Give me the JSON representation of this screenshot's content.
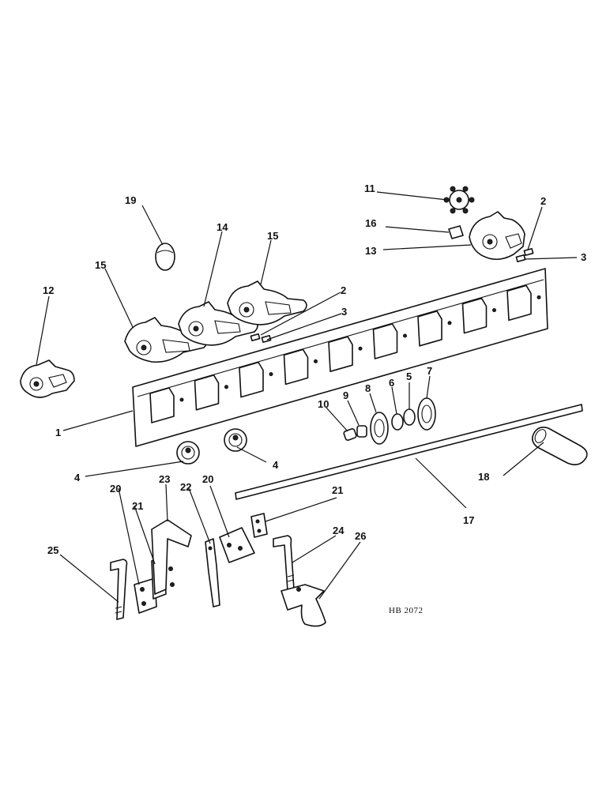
{
  "drawing_ref": "HB 2072",
  "callouts": {
    "c1": "1",
    "c2a": "2",
    "c2b": "2",
    "c3a": "3",
    "c3b": "3",
    "c4a": "4",
    "c4b": "4",
    "c5": "5",
    "c6": "6",
    "c7": "7",
    "c8": "8",
    "c9": "9",
    "c10": "10",
    "c11": "11",
    "c12": "12",
    "c13": "13",
    "c14": "14",
    "c15a": "15",
    "c15b": "15",
    "c16": "16",
    "c17": "17",
    "c18": "18",
    "c19": "19",
    "c20a": "20",
    "c20b": "20",
    "c21a": "21",
    "c21b": "21",
    "c22": "22",
    "c23": "23",
    "c24": "24",
    "c25": "25",
    "c26": "26"
  }
}
